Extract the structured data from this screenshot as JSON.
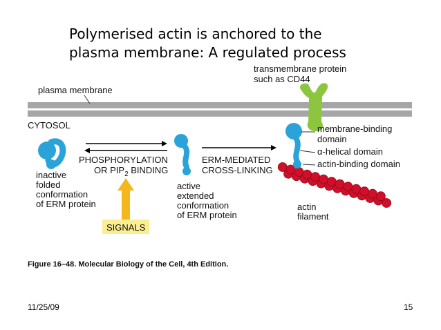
{
  "slide": {
    "title_line1": "Polymerised actin is anchored  to the",
    "title_line2": "plasma membrane: A regulated process",
    "date": "11/25/09",
    "page_number": "15"
  },
  "figure": {
    "labels": {
      "plasma_membrane": "plasma membrane",
      "cytosol": "CYTOSOL",
      "transmembrane_protein_line1": "transmembrane protein",
      "transmembrane_protein_line2": "such as CD44",
      "membrane_binding_line1": "membrane-binding",
      "membrane_binding_line2": "domain",
      "alpha_helical": "α-helical domain",
      "actin_binding": "actin-binding domain",
      "phosphorylation": "PHOSPHORYLATION",
      "pip2_prefix": "OR PIP",
      "pip2_sub": "2",
      "pip2_suffix": " BINDING",
      "erm_mediated": "ERM-MEDIATED",
      "cross_linking": "CROSS-LINKING",
      "inactive_1": "inactive",
      "inactive_2": "folded",
      "inactive_3": "conformation",
      "inactive_4": "of ERM protein",
      "active_1": "active",
      "active_2": "extended",
      "active_3": "conformation",
      "active_4": "of ERM protein",
      "actin_1": "actin",
      "actin_2": "filament",
      "signals": "SIGNALS"
    },
    "caption": "Figure 16–48. Molecular Biology of the Cell, 4th Edition.",
    "colors": {
      "membrane": "#a6a6a6",
      "erm_protein": "#2aa3d8",
      "transmembrane_protein": "#8cc63f",
      "actin": "#d0102a",
      "signals_arrow": "#f5b81c",
      "signals_box": "#fbee92"
    }
  }
}
